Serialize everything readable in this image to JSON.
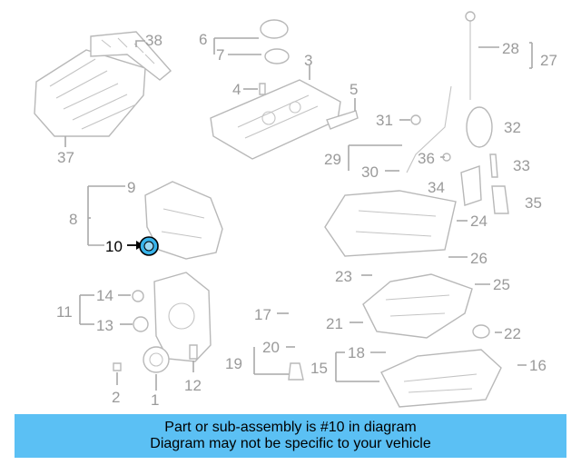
{
  "diagram": {
    "highlighted_part": "10",
    "labels": [
      "1",
      "2",
      "3",
      "4",
      "5",
      "6",
      "7",
      "8",
      "9",
      "10",
      "11",
      "12",
      "13",
      "14",
      "15",
      "16",
      "17",
      "18",
      "19",
      "20",
      "21",
      "22",
      "23",
      "24",
      "25",
      "26",
      "27",
      "28",
      "29",
      "30",
      "31",
      "32",
      "33",
      "34",
      "35",
      "36",
      "37",
      "38"
    ],
    "colors": {
      "highlight_ring": "#38b3ea",
      "banner": "#5bc0f4",
      "muted": "#9a9a9a"
    }
  },
  "banner": {
    "line1": "Part or sub-assembly is #10 in diagram",
    "line2": "Diagram may not be specific to your vehicle"
  }
}
